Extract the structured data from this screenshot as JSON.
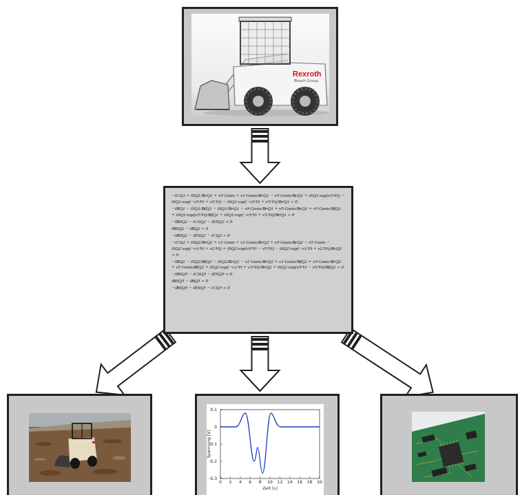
{
  "diagram": {
    "nodes": [
      {
        "text": [
          "Rexroth",
          "Bosch Group"
        ]
      },
      {
        "text": [
          "−iCQ1 + iSQ1/BrQ1 + v3·Gmin + v1·Gmin/BrQ1 − v5·Gmin/BrQ1 + iSQ1·exp(v5/Vt) − iSQ1·exp(−v5/Vt + v5/Vt) − iSQ1·exp(−v3/Vt + v5/Vt)/BrQ1 = 0",
          "−iBQ1 − iSQ1/BfQ1 − iSQ1/BrQ1 − v3·Gmin/BrQ1 + v5·Gmin/BrQ1 + v5·Gmin/BfQ1 + iSQ1·exp(v5/Vt)/BfQ1 + iSQ1·exp(−v3/Vt + v5/Vt)/BrQ1 = 0",
          "−iBSQ2 − iCSQ2 − iESQ2 = 0",
          "iBSQ2 − iBQ2 = 0",
          "−iBSQ2 − iESQ2 − iCQ2 = 0",
          "−iCQ2 + iSQ2/BrQ2 + v1·Gmin + v1·Gmin/BrQ2 + v3·Gmin/BrQ2 − v5·Gmin − iSQ2·exp(−v1/Vt + v2/Vt) + iSQ2·exp(v3/Vt − v5/Vt) − iSQ2·exp(−v1/Vt + v2/Vt)/BrQ2 = 0",
          "−iBQ2 − iSQ2/BfQ2 − iSQ2/BrQ2 − v1·Gmin/BrQ2 + v1·Gmin/BfQ2 + v3·Gmin/BrQ2 + v5·Gmin/BfQ2 + iSQ2·exp(−v1/Vt + v3/Vt)/BrQ2 + iSQ2·exp(v3/Vt − v5/Vt)/BfQ2 = 0",
          "−iBSQ3 − iCSQ3 − iESQ3 = 0",
          "iBSQ3 − iBQ3 = 0",
          "−iBSQ3 − iESQ3 − iCQ3 = 0"
        ]
      },
      {
        "text": []
      },
      {
        "text": []
      },
      {
        "text": []
      }
    ],
    "edges": [
      {
        "from": 0,
        "to": 1,
        "arrow": "to"
      },
      {
        "from": 1,
        "to": 2,
        "arrow": "to"
      },
      {
        "from": 1,
        "to": 3,
        "arrow": "to"
      },
      {
        "from": 1,
        "to": 4,
        "arrow": "to"
      }
    ],
    "labels": [
      "0",
      "2",
      "4",
      "6",
      "8",
      "10",
      "12",
      "14",
      "16",
      "18",
      "20",
      "0.1",
      "0",
      "-0.1",
      "-0.2",
      "-0.3",
      "Zeit [s]",
      "Spannung [V]"
    ]
  }
}
